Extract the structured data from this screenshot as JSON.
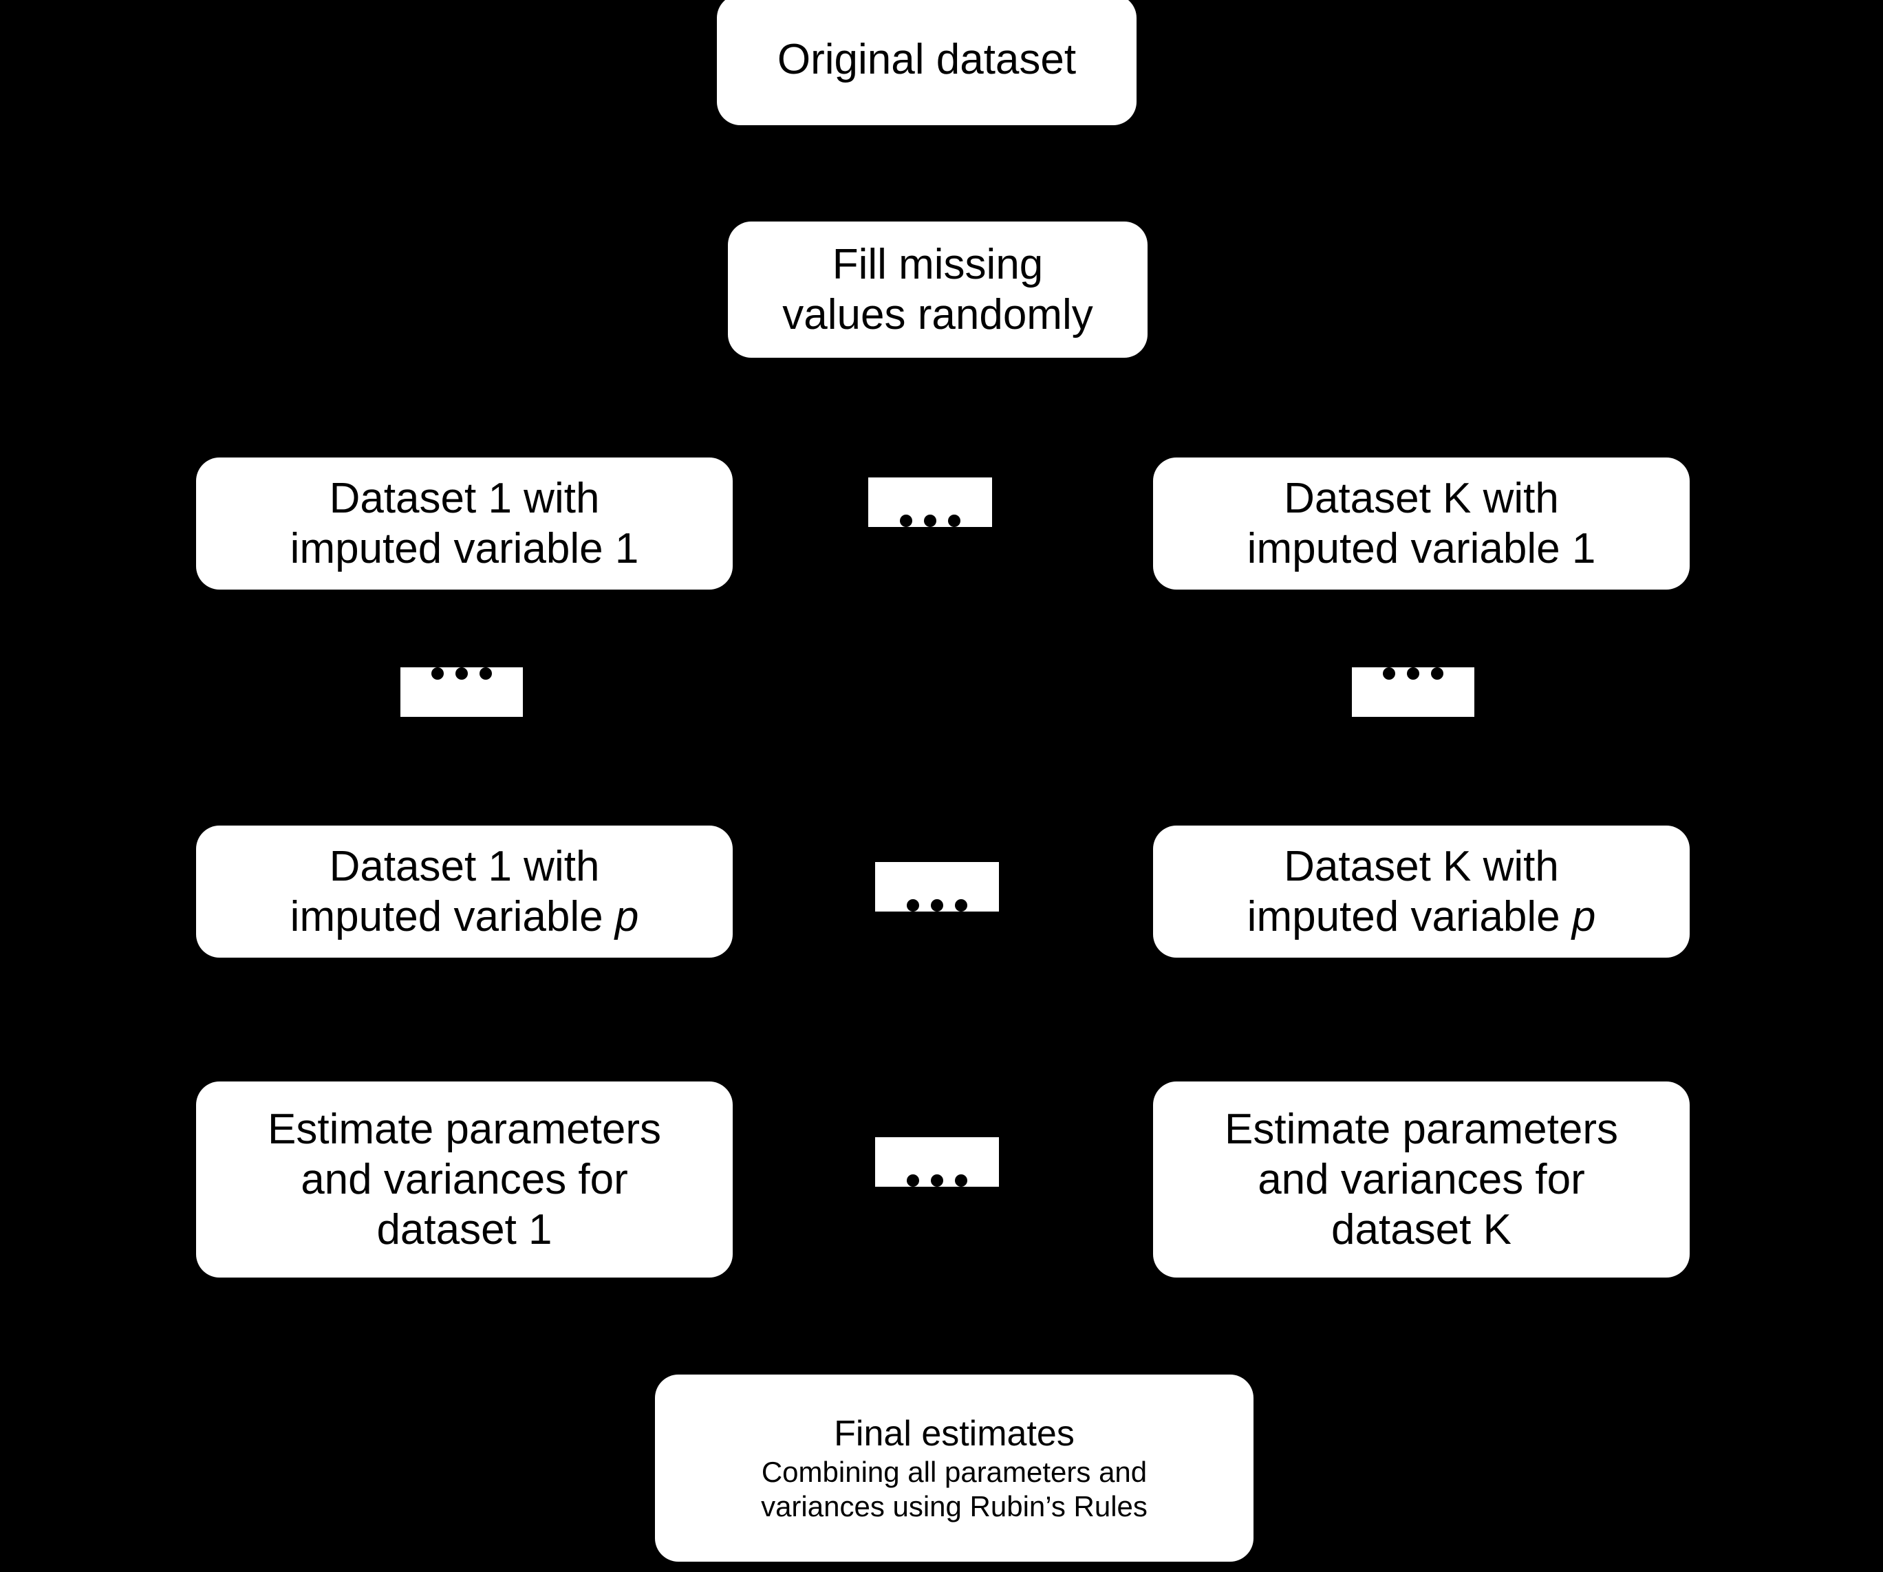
{
  "diagram": {
    "title": "Multiple imputation workflow flowchart",
    "background_color": "#000000",
    "node_fill_color": "#ffffff",
    "node_text_color": "#000000",
    "nodes": {
      "original_dataset": {
        "line1": "Original dataset"
      },
      "fill_missing": {
        "line1": "Fill missing",
        "line2": "values randomly"
      },
      "dataset1_var1": {
        "line1": "Dataset 1 with",
        "line2a": "imputed variable ",
        "line2b": "1"
      },
      "datasetK_var1": {
        "line1": "Dataset K with",
        "line2a": "imputed variable ",
        "line2b": "1"
      },
      "dataset1_varp": {
        "line1": "Dataset 1 with",
        "line2a": "imputed variable ",
        "line2b": "p"
      },
      "datasetK_varp": {
        "line1": "Dataset K with",
        "line2a": "imputed variable ",
        "line2b": "p"
      },
      "estimate_1": {
        "line1": "Estimate parameters",
        "line2": "and variances for",
        "line3": "dataset 1"
      },
      "estimate_K": {
        "line1": "Estimate parameters",
        "line2": "and variances for",
        "line3": "dataset K"
      },
      "final_estimates": {
        "title": "Final estimates",
        "line1": "Combining all parameters and",
        "line2": "variances using Rubin’s Rules"
      }
    },
    "ellipses": {
      "row_var1": "…",
      "row_varp": "…",
      "row_estimate": "…",
      "col_left": "…",
      "col_right": "…"
    }
  }
}
